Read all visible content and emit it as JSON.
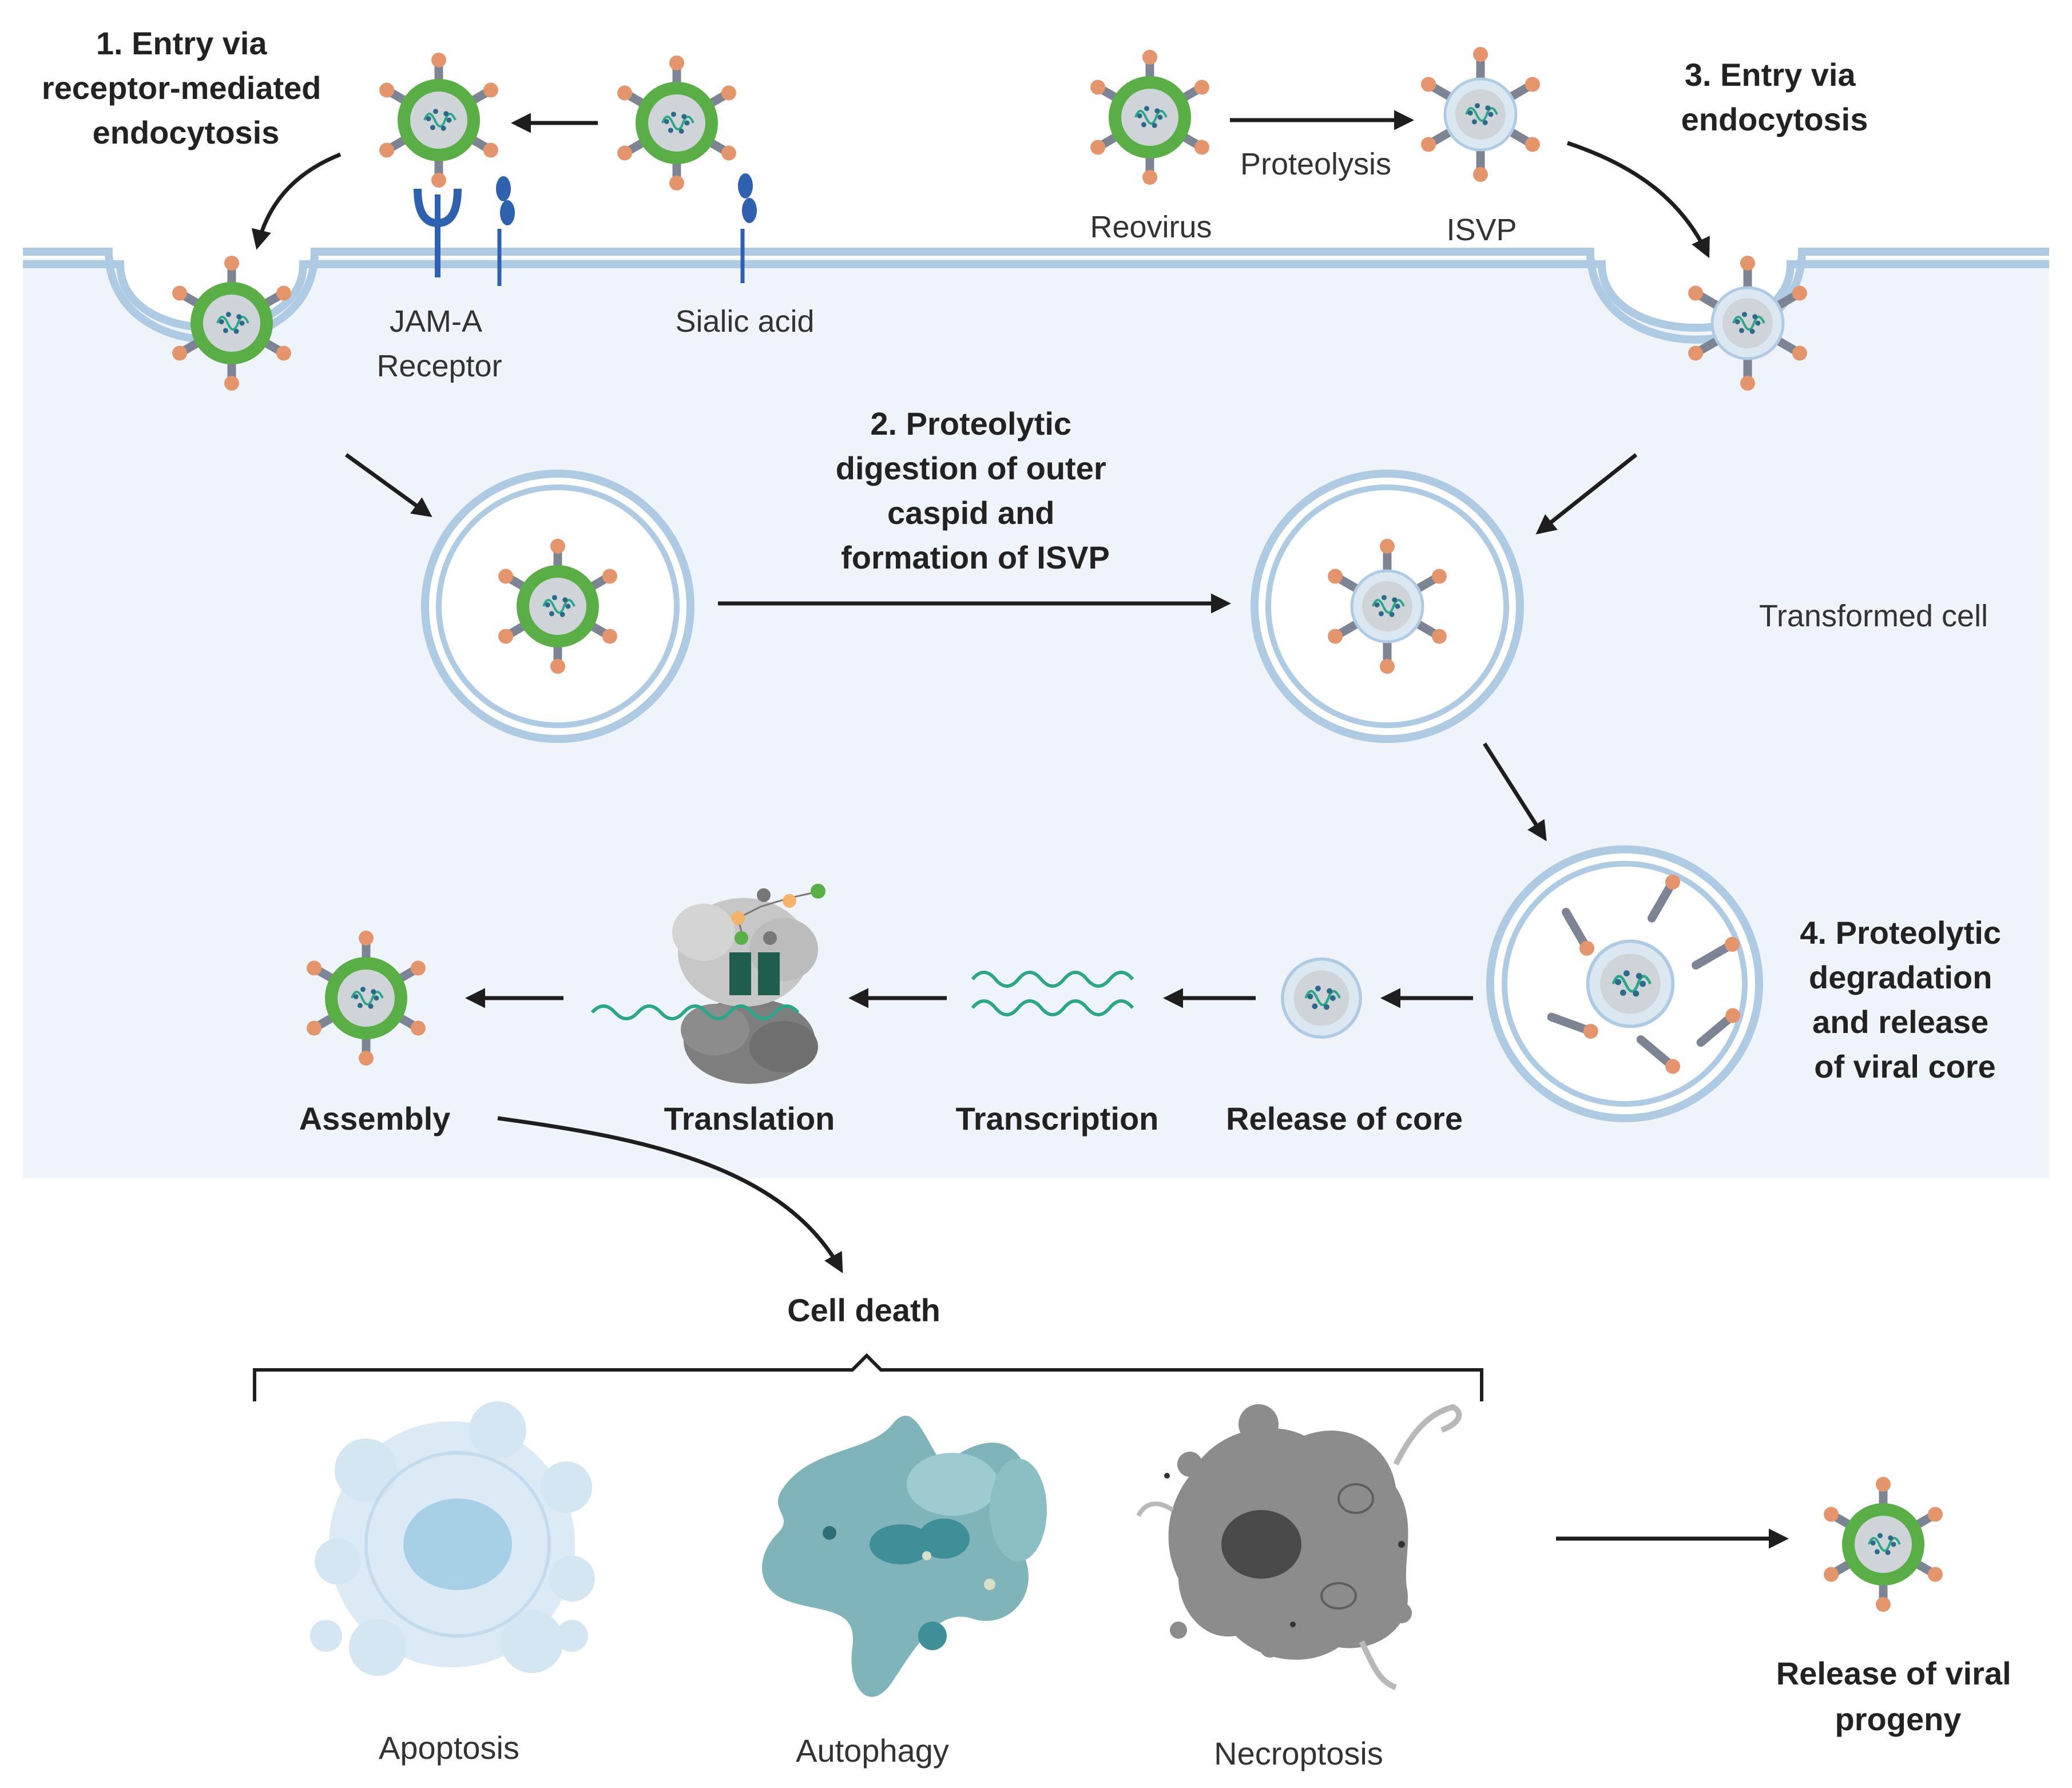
{
  "steps": {
    "step1": [
      "1. Entry via",
      "receptor-mediated",
      "endocytosis"
    ],
    "step2": [
      "2. Proteolytic",
      "digestion of outer",
      "caspid and",
      "formation of ISVP"
    ],
    "step3": [
      "3. Entry via",
      "endocytosis"
    ],
    "step4": [
      "4. Proteolytic",
      "degradation",
      "and release",
      "of viral core"
    ]
  },
  "labels": {
    "jam_a": [
      "JAM-A",
      "Receptor"
    ],
    "sialic_acid": "Sialic acid",
    "reovirus": "Reovirus",
    "proteolysis": "Proteolysis",
    "isvp": "ISVP",
    "transformed_cell": "Transformed cell",
    "assembly": "Assembly",
    "translation": "Translation",
    "transcription": "Transcription",
    "release_of_core": "Release of core",
    "cell_death": "Cell death",
    "apoptosis": "Apoptosis",
    "autophagy": "Autophagy",
    "necroptosis": "Necroptosis",
    "release_of_progeny": [
      "Release of viral",
      "progeny"
    ]
  },
  "colors": {
    "cell_fill": "#eef4fa",
    "membrane": "#aecbe3",
    "capsid_green": "#5aae46",
    "spike_grey": "#7d8494",
    "spike_tip": "#e4956b",
    "core_grey": "#cfd4d8",
    "receptor_blue": "#2e62b0",
    "mrna_teal": "#2aa789",
    "apoptosis_blue": "#cfe5f2",
    "autophagy_teal": "#7fb5ba",
    "necroptosis_grey": "#8c8c8c"
  }
}
